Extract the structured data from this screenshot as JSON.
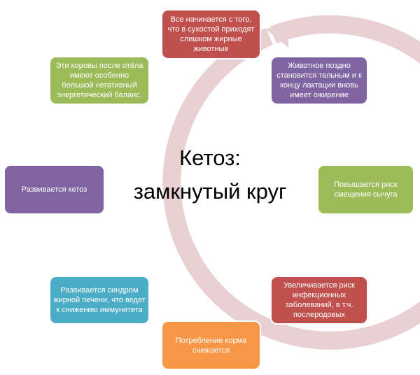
{
  "title": {
    "line1": "Кетоз:",
    "line2": "замкнутый  круг"
  },
  "steps": [
    {
      "text": "Все начинается с того, что в сухостой приходят слишком жирные животные",
      "color": "#c0504d"
    },
    {
      "text": "Животное поздно становится тельным и к концу лактации вновь имеет ожирение",
      "color": "#8064a2"
    },
    {
      "text": "Повышается риск смещения сычуга",
      "color": "#9bbb59"
    },
    {
      "text": "Увеличивается риск инфекционных заболеваний, в т.ч. послеродовых",
      "color": "#c0504d"
    },
    {
      "text": "Потребление корма снижается",
      "color": "#f79646"
    },
    {
      "text": "Развивается синдром жирной печени, что ведет к снижению иммунитета",
      "color": "#4bacc6"
    },
    {
      "text": "Развивается кетоз",
      "color": "#8064a2"
    },
    {
      "text": "Эти коровы после отёла имеют особенно большой негативный энергетический баланс.",
      "color": "#9bbb59"
    }
  ],
  "ring_color": "#e8d0d3"
}
